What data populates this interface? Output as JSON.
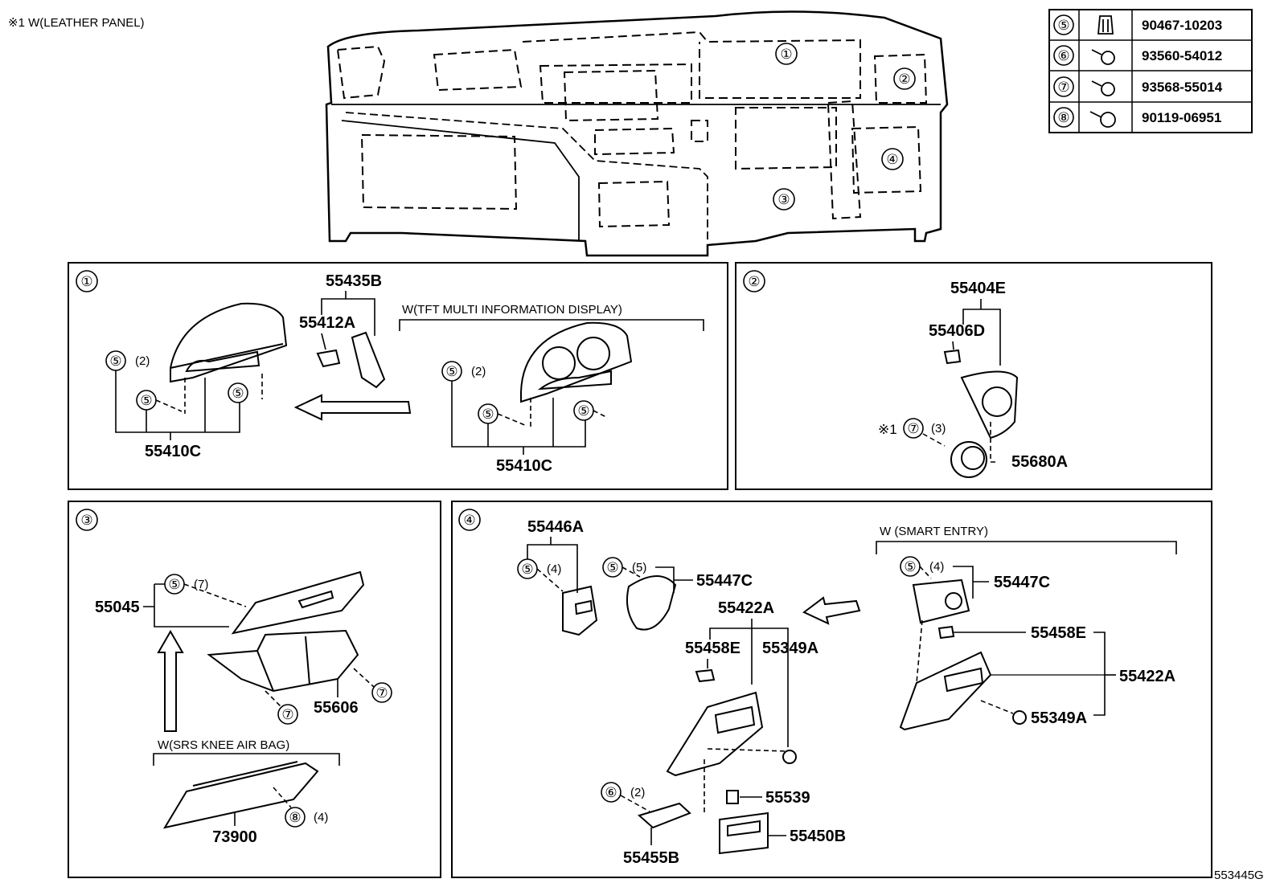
{
  "header": {
    "note": "※1 W(LEATHER PANEL)"
  },
  "footer": {
    "code": "553445G"
  },
  "overview": {
    "markers": [
      "①",
      "②",
      "③",
      "④"
    ]
  },
  "legend": [
    {
      "num": "⑤",
      "part": "90467-10203"
    },
    {
      "num": "⑥",
      "part": "93560-54012"
    },
    {
      "num": "⑦",
      "part": "93568-55014"
    },
    {
      "num": "⑧",
      "part": "90119-06951"
    }
  ],
  "panel1": {
    "id": "①",
    "variant": "W(TFT MULTI INFORMATION DISPLAY)",
    "parts": {
      "cluster": "55410C",
      "cluster_b": "55410C",
      "pad": "55412A",
      "bracket": "55435B"
    },
    "callouts": {
      "a": "⑤",
      "a_qty": "(2)",
      "b": "⑤",
      "c": "⑤",
      "d": "⑤",
      "d_qty": "(2)",
      "e": "⑤",
      "f": "⑤"
    }
  },
  "panel2": {
    "id": "②",
    "parts": {
      "assy": "55404E",
      "clip": "55406D",
      "vent": "55680A"
    },
    "callouts": {
      "mark": "※1",
      "screw": "⑦",
      "qty": "(3)"
    }
  },
  "panel3": {
    "id": "③",
    "variant": "W(SRS KNEE AIR BAG)",
    "parts": {
      "cover": "55045",
      "bracket": "55606",
      "airbag": "73900"
    },
    "callouts": {
      "a": "⑤",
      "a_qty": "(7)",
      "b": "⑦",
      "c": "⑦",
      "d": "⑧",
      "d_qty": "(4)"
    }
  },
  "panel4": {
    "id": "④",
    "variant": "W (SMART ENTRY)",
    "parts": {
      "p1": "55446A",
      "p2": "55447C",
      "p3": "55422A",
      "p4": "55458E",
      "p5": "55349A",
      "p6": "55539",
      "p7": "55450B",
      "p8": "55455B",
      "r1": "55447C",
      "r2": "55458E",
      "r3": "55422A",
      "r4": "55349A"
    },
    "callouts": {
      "a": "⑤",
      "a_qty": "(4)",
      "b": "⑤",
      "b_qty": "(5)",
      "c": "⑥",
      "c_qty": "(2)",
      "d": "⑤",
      "d_qty": "(4)"
    }
  }
}
